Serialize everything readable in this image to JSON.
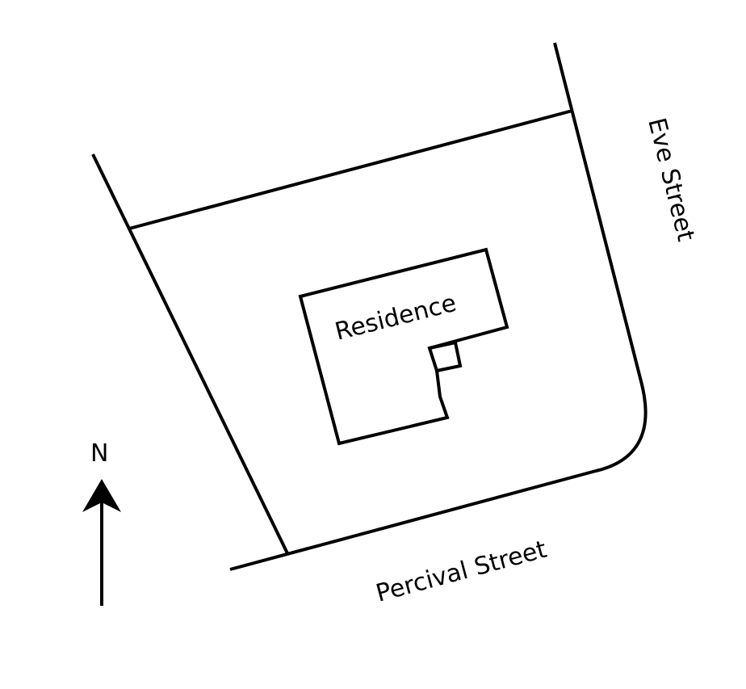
{
  "labels": {
    "building": "Residence",
    "east_street": "Eve Street",
    "south_street": "Percival Street",
    "north": "N"
  },
  "icons": {
    "compass": "north-arrow-icon"
  },
  "colors": {
    "stroke": "#000000",
    "background": "#ffffff"
  }
}
